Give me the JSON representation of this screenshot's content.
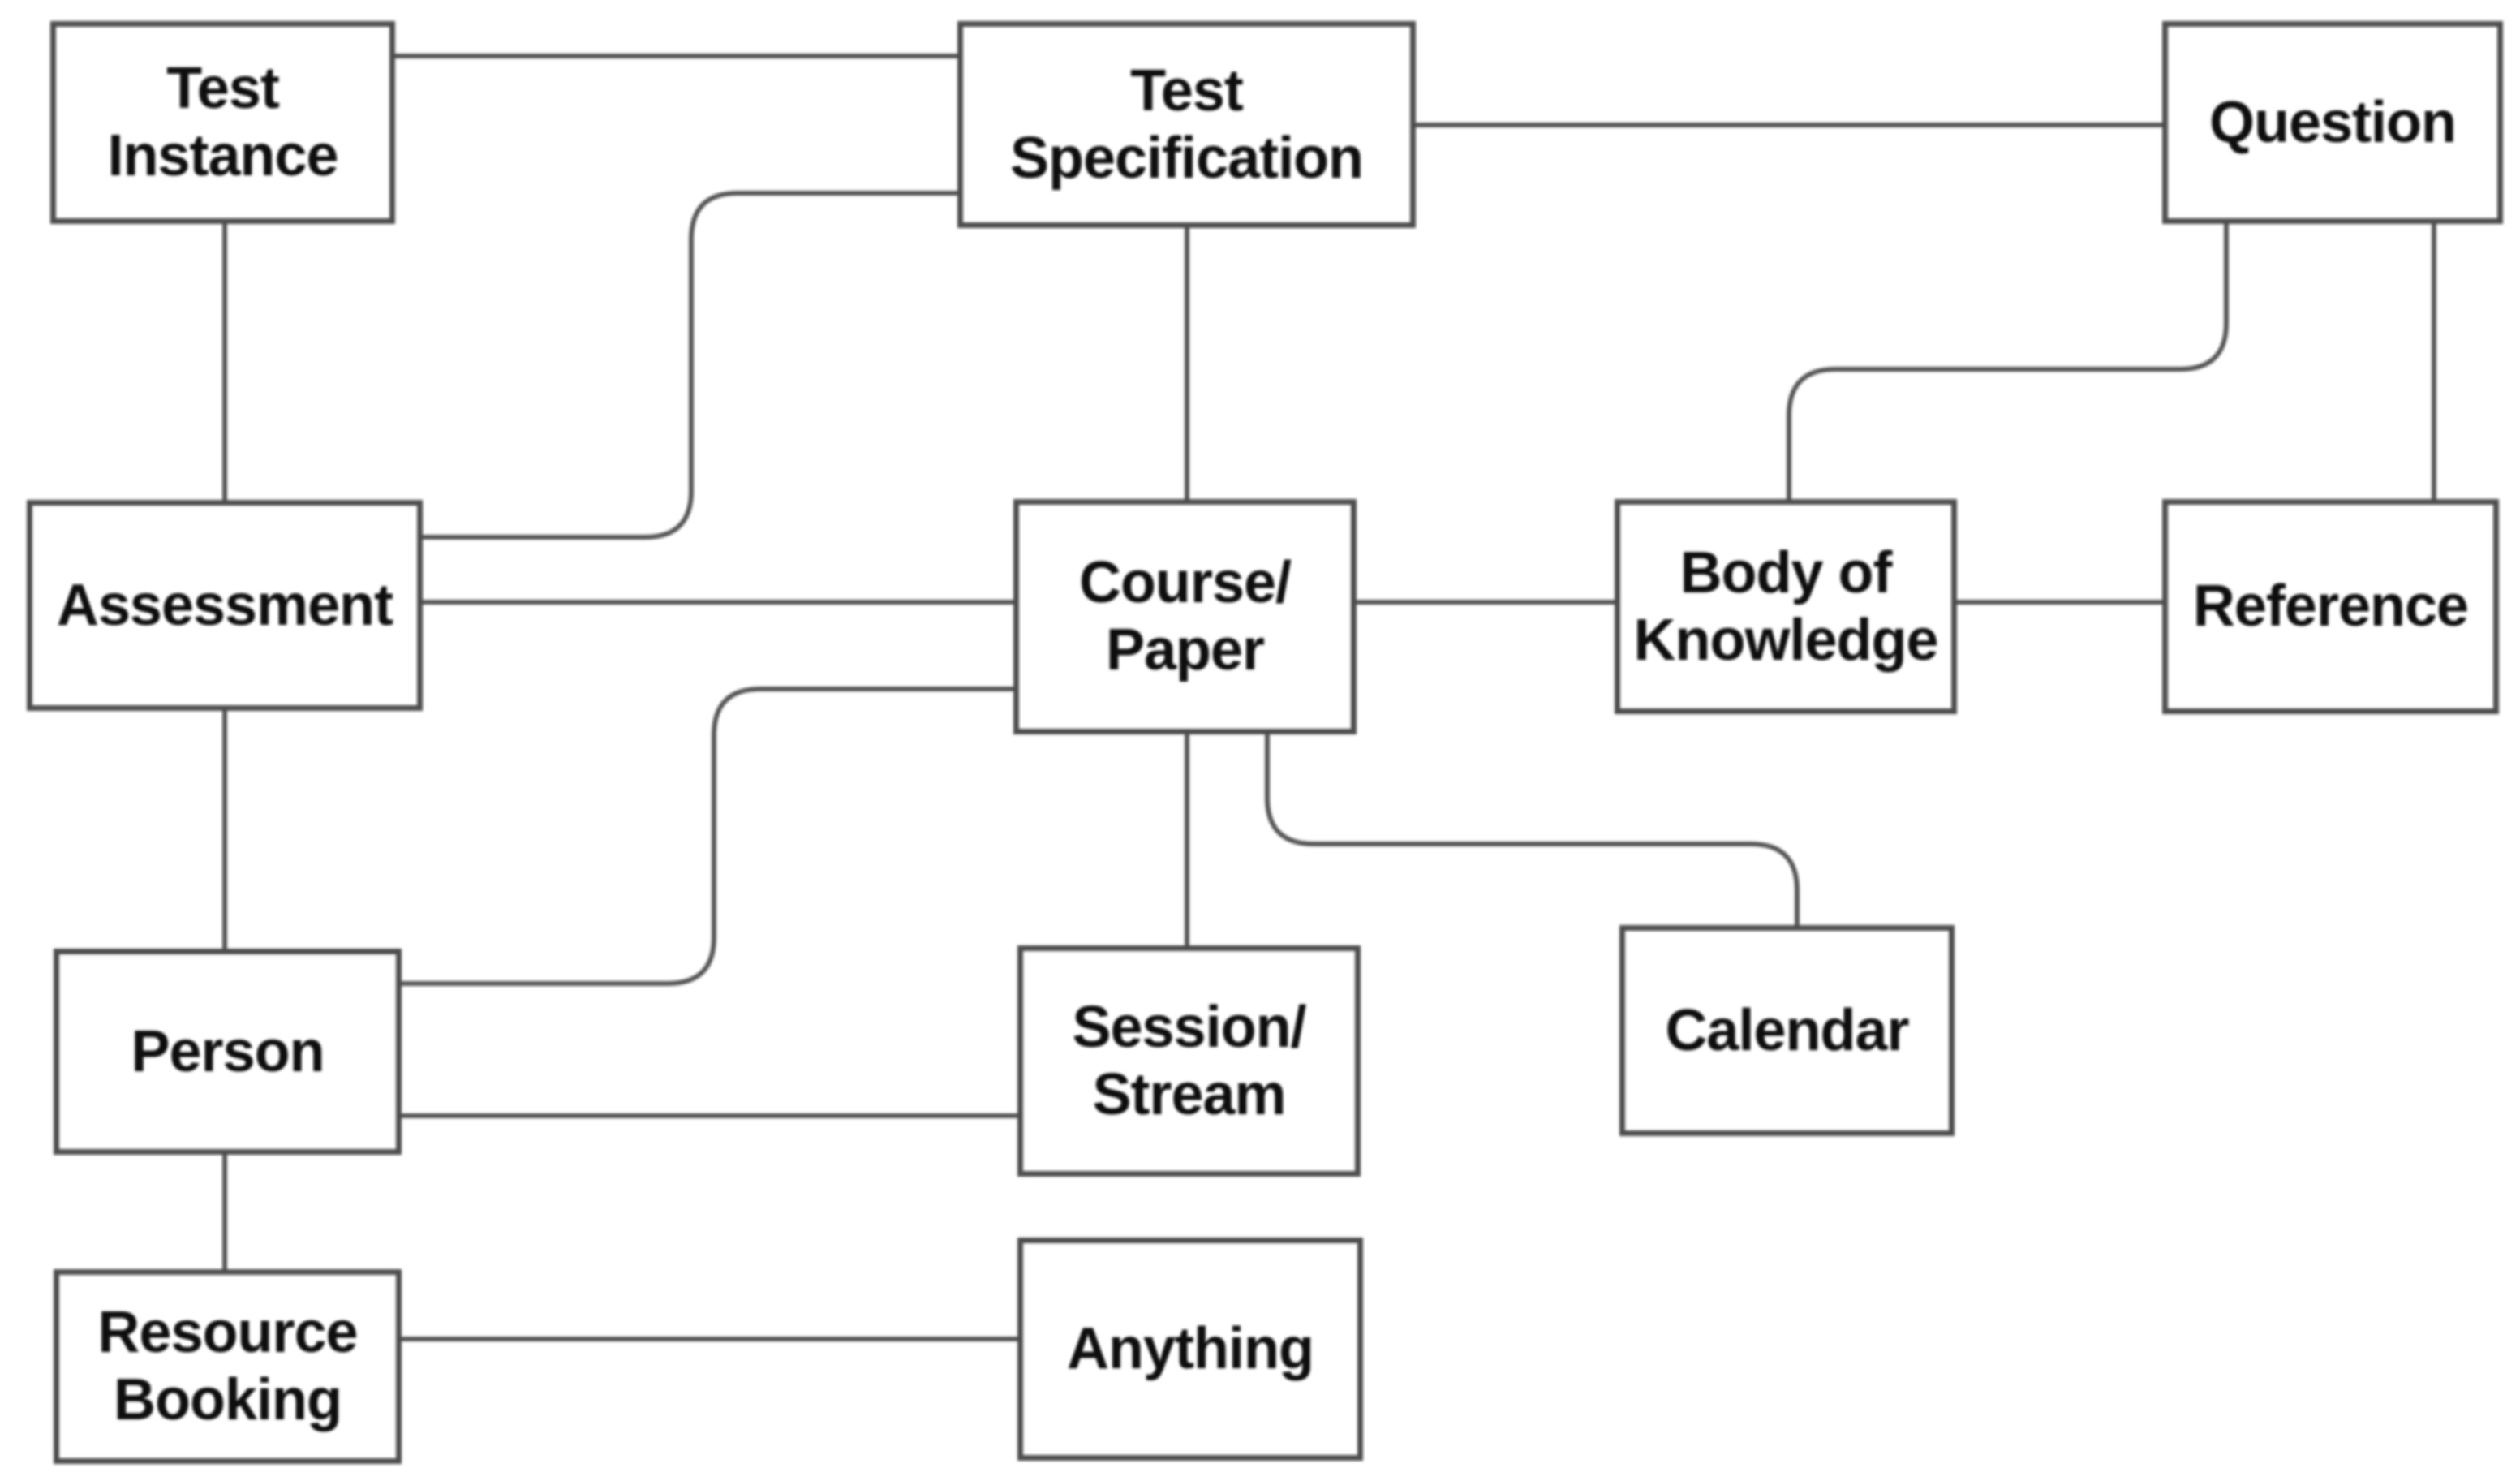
{
  "diagram": {
    "type": "entity-relationship-diagram",
    "background_color": "#ffffff",
    "line_color": "#565656",
    "box_border_color": "#4d4d4d",
    "box_fill_color": "#ffffff",
    "text_color": "#0e0e0e",
    "nodes": [
      {
        "id": "test-instance",
        "label": "Test Instance",
        "lines": [
          "Test",
          "Instance"
        ]
      },
      {
        "id": "test-specification",
        "label": "Test Specification",
        "lines": [
          "Test",
          "Specification"
        ]
      },
      {
        "id": "question",
        "label": "Question",
        "lines": [
          "Question"
        ]
      },
      {
        "id": "assessment",
        "label": "Assessment",
        "lines": [
          "Assessment"
        ]
      },
      {
        "id": "course-paper",
        "label": "Course/Paper",
        "lines": [
          "Course/",
          "Paper"
        ]
      },
      {
        "id": "body-of-knowledge",
        "label": "Body of Knowledge",
        "lines": [
          "Body of",
          "Knowledge"
        ]
      },
      {
        "id": "reference",
        "label": "Reference",
        "lines": [
          "Reference"
        ]
      },
      {
        "id": "person",
        "label": "Person",
        "lines": [
          "Person"
        ]
      },
      {
        "id": "session-stream",
        "label": "Session/Stream",
        "lines": [
          "Session/",
          "Stream"
        ]
      },
      {
        "id": "calendar",
        "label": "Calendar",
        "lines": [
          "Calendar"
        ]
      },
      {
        "id": "resource-booking",
        "label": "Resource Booking",
        "lines": [
          "Resource",
          "Booking"
        ]
      },
      {
        "id": "anything",
        "label": "Anything",
        "lines": [
          "Anything"
        ]
      }
    ],
    "edges": [
      {
        "from": "test-instance",
        "to": "test-specification",
        "style": "straight"
      },
      {
        "from": "test-instance",
        "to": "assessment",
        "style": "straight"
      },
      {
        "from": "test-specification",
        "to": "question",
        "style": "straight"
      },
      {
        "from": "test-specification",
        "to": "course-paper",
        "style": "straight"
      },
      {
        "from": "assessment",
        "to": "test-specification",
        "style": "curved"
      },
      {
        "from": "assessment",
        "to": "course-paper",
        "style": "straight"
      },
      {
        "from": "assessment",
        "to": "person",
        "style": "straight"
      },
      {
        "from": "question",
        "to": "reference",
        "style": "straight"
      },
      {
        "from": "question",
        "to": "body-of-knowledge",
        "style": "curved"
      },
      {
        "from": "course-paper",
        "to": "body-of-knowledge",
        "style": "straight"
      },
      {
        "from": "body-of-knowledge",
        "to": "reference",
        "style": "straight"
      },
      {
        "from": "course-paper",
        "to": "session-stream",
        "style": "straight"
      },
      {
        "from": "course-paper",
        "to": "calendar",
        "style": "curved"
      },
      {
        "from": "course-paper",
        "to": "person",
        "style": "curved"
      },
      {
        "from": "person",
        "to": "session-stream",
        "style": "straight"
      },
      {
        "from": "person",
        "to": "resource-booking",
        "style": "straight"
      },
      {
        "from": "resource-booking",
        "to": "anything",
        "style": "straight"
      }
    ]
  }
}
